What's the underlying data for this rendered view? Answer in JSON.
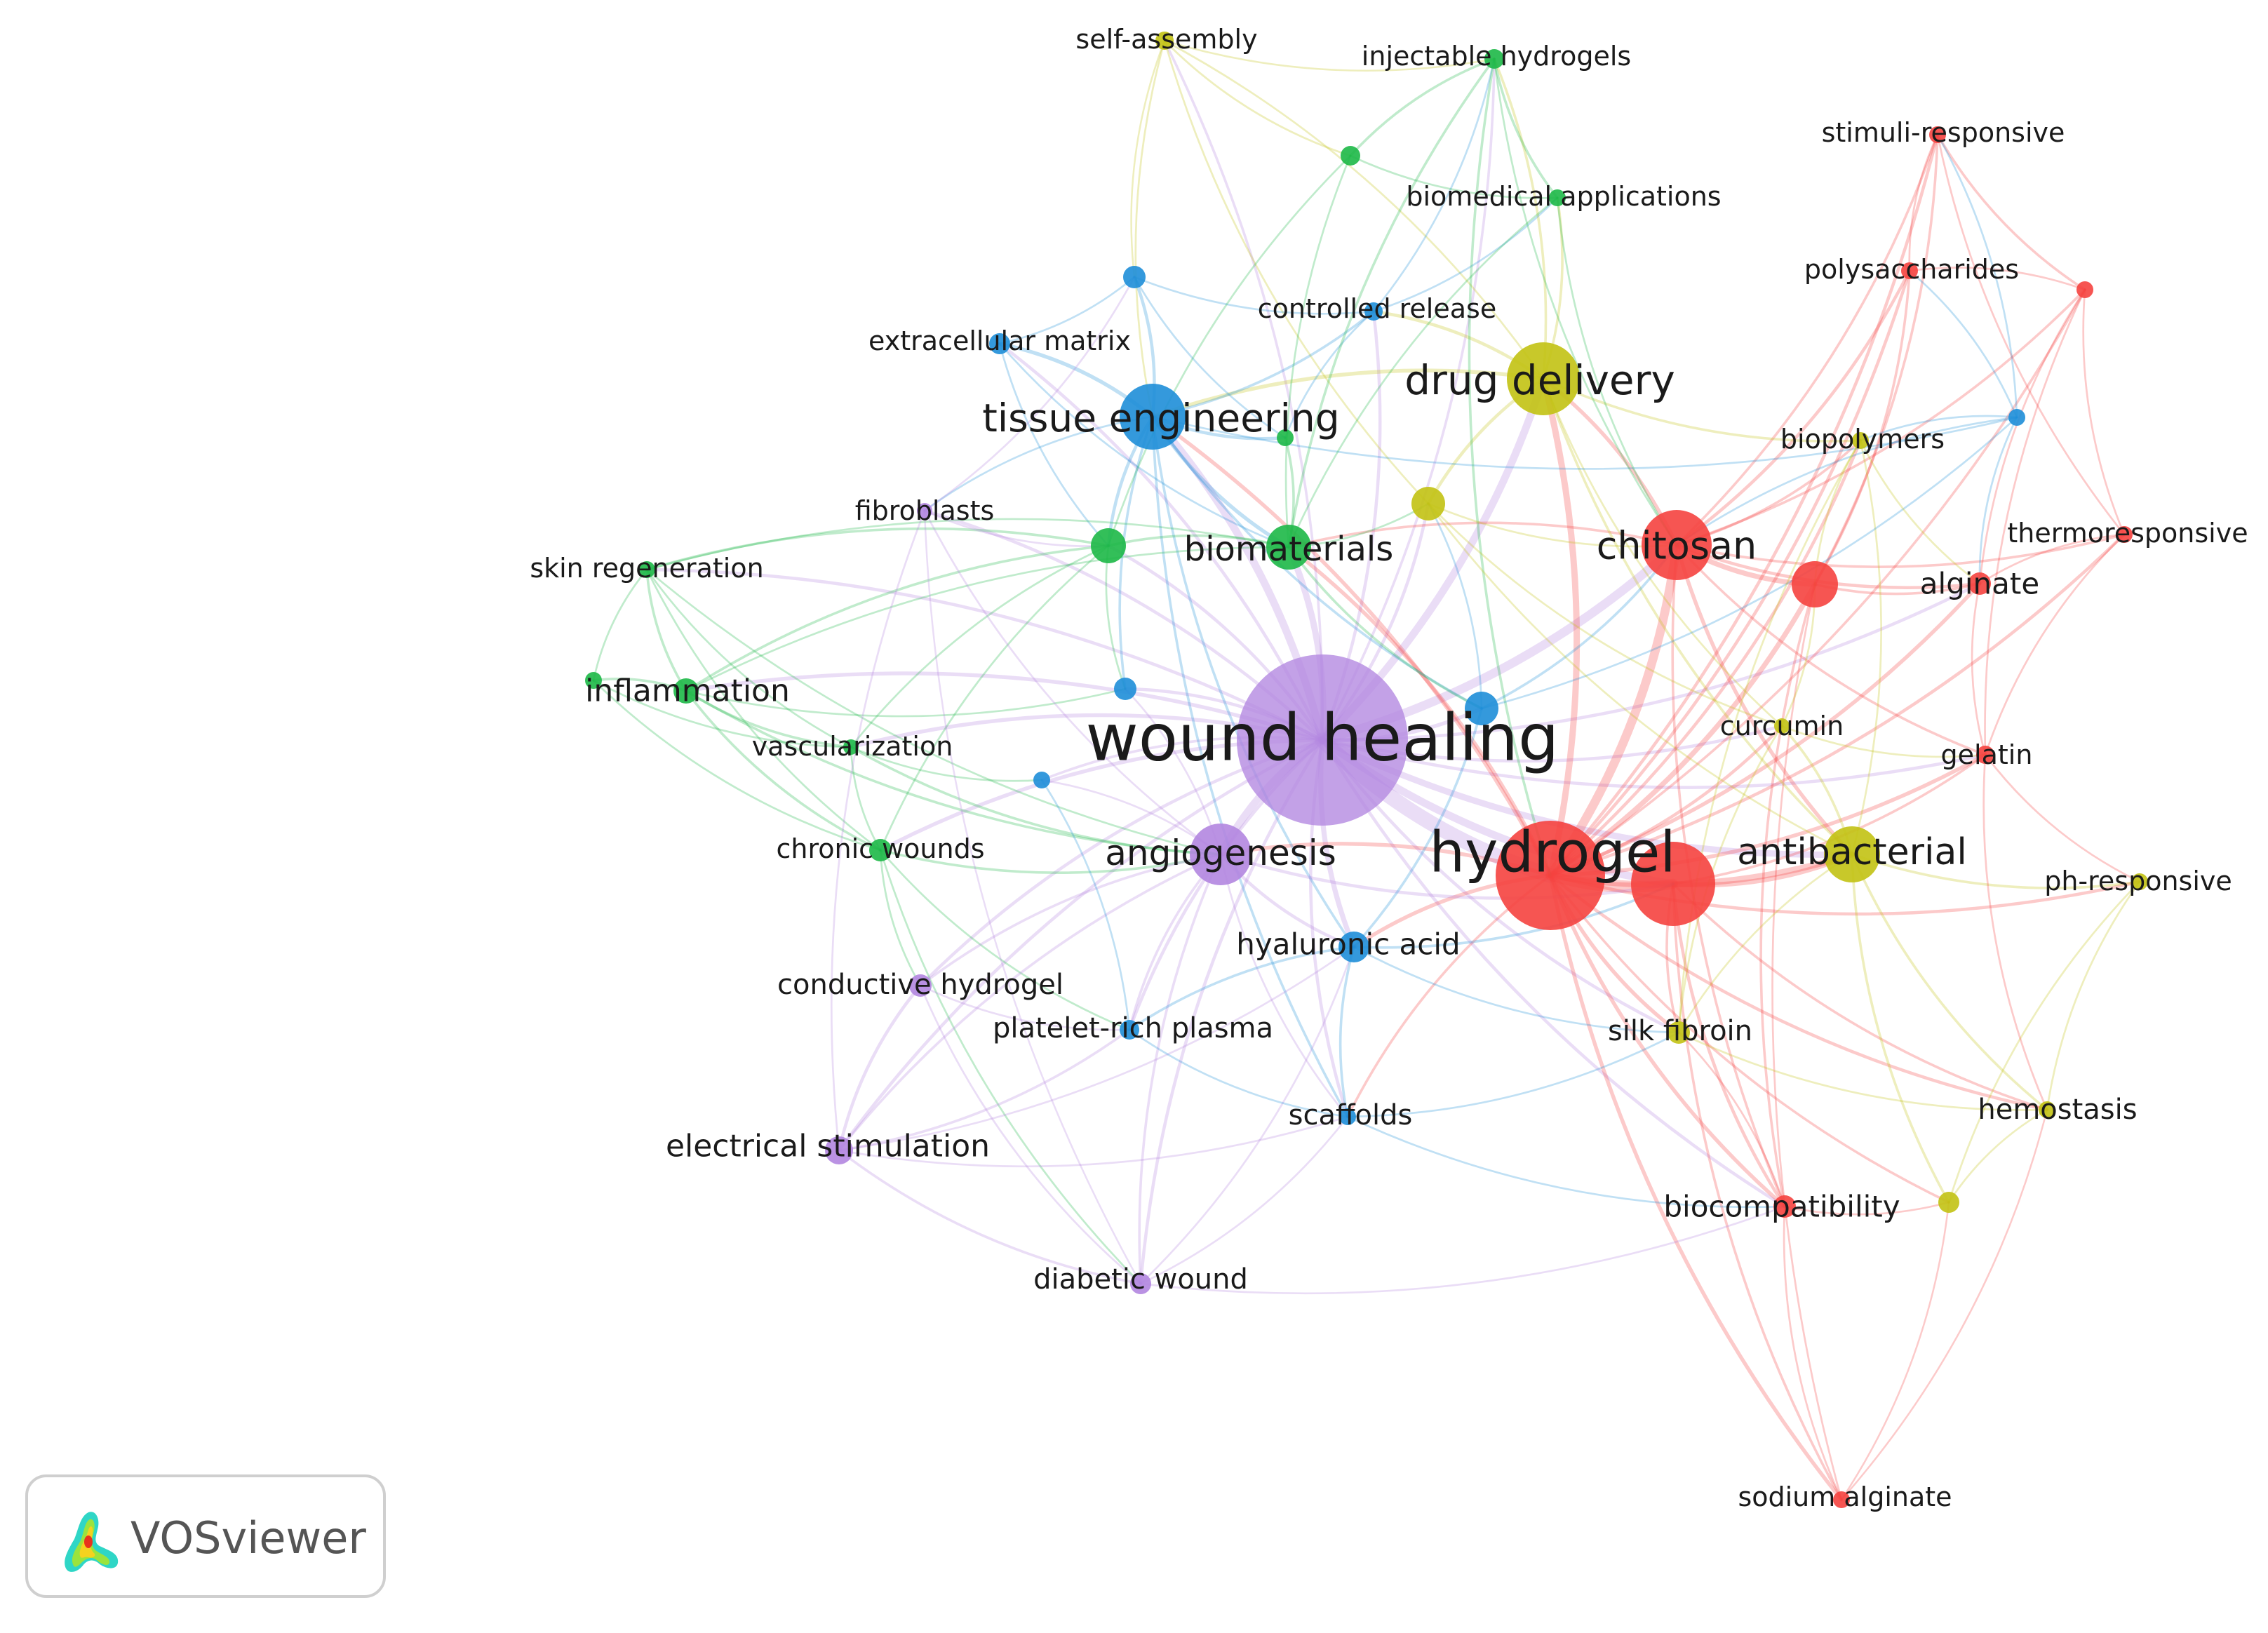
{
  "clusters": {
    "red": "#f5423f",
    "yellow": "#c2c213",
    "green": "#1db847",
    "blue": "#1e8ed8",
    "purple": "#b286e0"
  },
  "nodes": [
    {
      "id": "wound-healing",
      "label": "wound healing",
      "cluster": "purple",
      "weight": 10
    },
    {
      "id": "hydrogel",
      "label": "hydrogel",
      "cluster": "red",
      "weight": 9
    },
    {
      "id": "drug-delivery",
      "label": "drug delivery",
      "cluster": "yellow",
      "weight": 5
    },
    {
      "id": "tissue-engineering",
      "label": "tissue engineering",
      "cluster": "blue",
      "weight": 5
    },
    {
      "id": "chitosan",
      "label": "chitosan",
      "cluster": "red",
      "weight": 5
    },
    {
      "id": "antibacterial",
      "label": "antibacterial",
      "cluster": "yellow",
      "weight": 4
    },
    {
      "id": "angiogenesis",
      "label": "angiogenesis",
      "cluster": "purple",
      "weight": 4
    },
    {
      "id": "biomaterials",
      "label": "biomaterials",
      "cluster": "green",
      "weight": 4
    },
    {
      "id": "self-assembly",
      "label": "self-assembly",
      "cluster": "yellow",
      "weight": 2
    },
    {
      "id": "injectable-hydrogels",
      "label": "injectable hydrogels",
      "cluster": "green",
      "weight": 2
    },
    {
      "id": "stimuli-responsive",
      "label": "stimuli-responsive",
      "cluster": "red",
      "weight": 2
    },
    {
      "id": "biomedical-applications",
      "label": "biomedical applications",
      "cluster": "green",
      "weight": 2
    },
    {
      "id": "polysaccharides",
      "label": "polysaccharides",
      "cluster": "red",
      "weight": 2
    },
    {
      "id": "controlled-release",
      "label": "controlled release",
      "cluster": "blue",
      "weight": 2
    },
    {
      "id": "extracellular-matrix",
      "label": "extracellular matrix",
      "cluster": "blue",
      "weight": 2
    },
    {
      "id": "biopolymers",
      "label": "biopolymers",
      "cluster": "yellow",
      "weight": 2
    },
    {
      "id": "fibroblasts",
      "label": "fibroblasts",
      "cluster": "purple",
      "weight": 2
    },
    {
      "id": "thermoresponsive",
      "label": "thermoresponsive",
      "cluster": "red",
      "weight": 2
    },
    {
      "id": "skin-regeneration",
      "label": "skin regeneration",
      "cluster": "green",
      "weight": 2
    },
    {
      "id": "alginate",
      "label": "alginate",
      "cluster": "red",
      "weight": 2
    },
    {
      "id": "inflammation",
      "label": "inflammation",
      "cluster": "green",
      "weight": 3
    },
    {
      "id": "curcumin",
      "label": "curcumin",
      "cluster": "yellow",
      "weight": 2
    },
    {
      "id": "vascularization",
      "label": "vascularization",
      "cluster": "green",
      "weight": 2
    },
    {
      "id": "gelatin",
      "label": "gelatin",
      "cluster": "red",
      "weight": 2
    },
    {
      "id": "chronic-wounds",
      "label": "chronic wounds",
      "cluster": "green",
      "weight": 2
    },
    {
      "id": "ph-responsive",
      "label": "ph-responsive",
      "cluster": "yellow",
      "weight": 2
    },
    {
      "id": "hyaluronic-acid",
      "label": "hyaluronic acid",
      "cluster": "blue",
      "weight": 3
    },
    {
      "id": "conductive-hydrogel",
      "label": "conductive hydrogel",
      "cluster": "purple",
      "weight": 2
    },
    {
      "id": "platelet-rich-plasma",
      "label": "platelet-rich plasma",
      "cluster": "blue",
      "weight": 2
    },
    {
      "id": "silk-fibroin",
      "label": "silk fibroin",
      "cluster": "yellow",
      "weight": 2
    },
    {
      "id": "scaffolds",
      "label": "scaffolds",
      "cluster": "blue",
      "weight": 2
    },
    {
      "id": "hemostasis",
      "label": "hemostasis",
      "cluster": "yellow",
      "weight": 2
    },
    {
      "id": "electrical-stimulation",
      "label": "electrical stimulation",
      "cluster": "purple",
      "weight": 3
    },
    {
      "id": "biocompatibility",
      "label": "biocompatibility",
      "cluster": "red",
      "weight": 2
    },
    {
      "id": "diabetic-wound",
      "label": "diabetic wound",
      "cluster": "purple",
      "weight": 2
    },
    {
      "id": "sodium-alginate",
      "label": "sodium alginate",
      "cluster": "red",
      "weight": 2
    },
    {
      "id": "red-node-a",
      "label": "",
      "cluster": "red",
      "weight": 4
    },
    {
      "id": "red-node-b",
      "label": "",
      "cluster": "red",
      "weight": 3
    },
    {
      "id": "red-node-c",
      "label": "",
      "cluster": "red",
      "weight": 1
    },
    {
      "id": "green-node-a",
      "label": "",
      "cluster": "green",
      "weight": 1
    },
    {
      "id": "green-node-b",
      "label": "",
      "cluster": "green",
      "weight": 3
    },
    {
      "id": "green-node-c",
      "label": "",
      "cluster": "green",
      "weight": 1
    },
    {
      "id": "green-node-d",
      "label": "",
      "cluster": "green",
      "weight": 1
    },
    {
      "id": "blue-node-a",
      "label": "",
      "cluster": "blue",
      "weight": 2
    },
    {
      "id": "blue-node-b",
      "label": "",
      "cluster": "blue",
      "weight": 2
    },
    {
      "id": "blue-node-c",
      "label": "",
      "cluster": "blue",
      "weight": 3
    },
    {
      "id": "blue-node-d",
      "label": "",
      "cluster": "blue",
      "weight": 1
    },
    {
      "id": "blue-node-e",
      "label": "",
      "cluster": "blue",
      "weight": 1
    },
    {
      "id": "yellow-node-a",
      "label": "",
      "cluster": "yellow",
      "weight": 3
    },
    {
      "id": "yellow-node-b",
      "label": "",
      "cluster": "yellow",
      "weight": 2
    }
  ],
  "badge": {
    "text": "VOSviewer",
    "logo_icon": "vosviewer-heatmap-logo"
  }
}
